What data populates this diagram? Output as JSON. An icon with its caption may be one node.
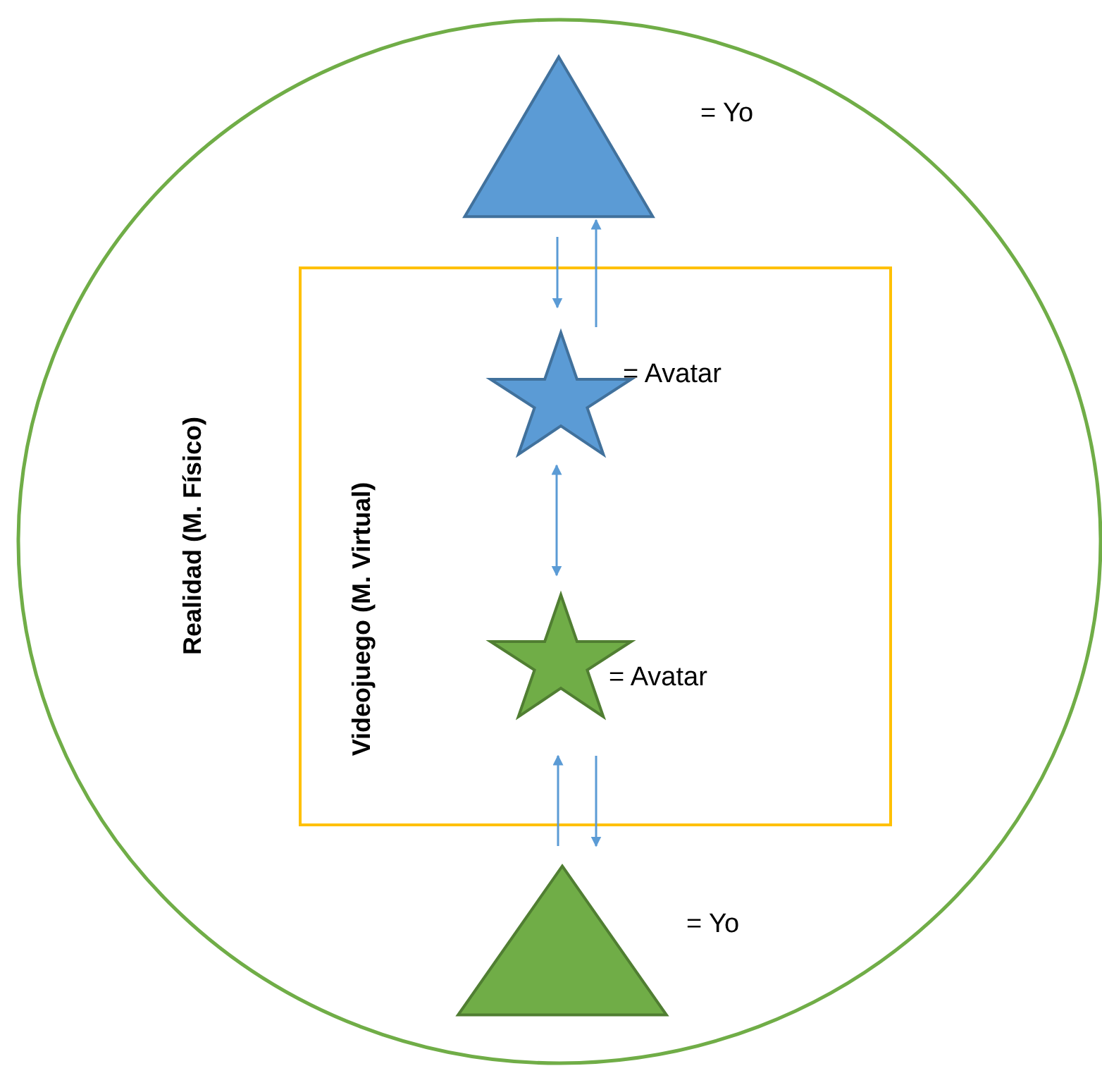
{
  "diagram": {
    "nodes": [
      {
        "text": [
          "Realidad (M. Físico)"
        ]
      },
      {
        "text": [
          "Videojuego (M. Virtual)"
        ],
        "in": 0
      },
      {
        "text": [],
        "shape": "triangle",
        "in": 0,
        "beside": [
          "= Yo"
        ]
      },
      {
        "text": [],
        "shape": "star",
        "in": 1,
        "beside": [
          "= Avatar"
        ]
      },
      {
        "text": [],
        "shape": "star",
        "in": 1,
        "beside": [
          "= Avatar"
        ]
      },
      {
        "text": [],
        "shape": "triangle",
        "in": 0,
        "beside": [
          "= Yo"
        ]
      }
    ],
    "edges": [
      {
        "from": 2,
        "to": 3,
        "arrow": "to"
      },
      {
        "from": 3,
        "to": 2,
        "arrow": "to"
      },
      {
        "from": 3,
        "to": 4,
        "arrow": "both"
      },
      {
        "from": 4,
        "to": 5,
        "arrow": "to"
      },
      {
        "from": 5,
        "to": 4,
        "arrow": "to"
      }
    ]
  }
}
